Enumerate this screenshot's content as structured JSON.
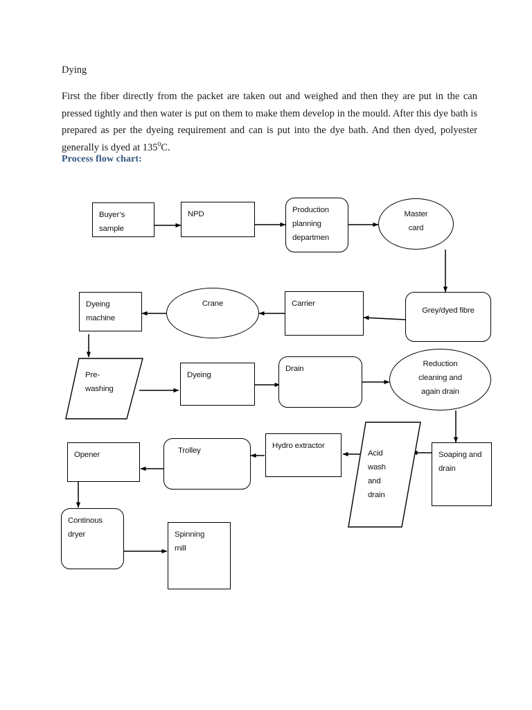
{
  "document": {
    "heading": "Dying",
    "paragraph_part1": "First the fiber directly from the packet are taken out and weighed and then they are put in the can pressed tightly and then water is put on them to make them develop in the mould. After this dye bath is prepared as per the dyeing requirement and can is put into the dye bath. And then dyed, polyester generally is dyed at 135",
    "paragraph_superscript": "0",
    "paragraph_part2": "C.",
    "section_title": "Process flow chart:",
    "section_title_color": "#31567f"
  },
  "flowchart": {
    "nodes": [
      {
        "id": "buyers-sample",
        "label": "Buyer’s\nsample",
        "shape": "rectangle"
      },
      {
        "id": "npd",
        "label": "NPD",
        "shape": "rectangle"
      },
      {
        "id": "production-planning",
        "label": "Production\nplanning\ndepartmen",
        "shape": "rounded-rectangle"
      },
      {
        "id": "master-card",
        "label": "Master\ncard",
        "shape": "ellipse"
      },
      {
        "id": "grey-dyed-fibre",
        "label": "Grey/dyed fibre",
        "shape": "rounded-rectangle"
      },
      {
        "id": "carrier",
        "label": "Carrier",
        "shape": "rectangle"
      },
      {
        "id": "crane",
        "label": "Crane",
        "shape": "ellipse"
      },
      {
        "id": "dyeing-machine",
        "label": "Dyeing\nmachine",
        "shape": "rectangle"
      },
      {
        "id": "pre-washing",
        "label": "Pre-\nwashing",
        "shape": "parallelogram"
      },
      {
        "id": "dyeing",
        "label": "Dyeing",
        "shape": "rectangle"
      },
      {
        "id": "drain",
        "label": "Drain",
        "shape": "rounded-rectangle"
      },
      {
        "id": "reduction-cleaning",
        "label": "Reduction\ncleaning and\nagain drain",
        "shape": "ellipse"
      },
      {
        "id": "soaping-and-drain",
        "label": "Soaping and\ndrain",
        "shape": "rectangle"
      },
      {
        "id": "acid-wash",
        "label": "Acid\nwash\nand\ndrain",
        "shape": "parallelogram"
      },
      {
        "id": "hydro-extractor",
        "label": "Hydro extractor",
        "shape": "rectangle"
      },
      {
        "id": "trolley",
        "label": "Trolley",
        "shape": "rounded-rectangle"
      },
      {
        "id": "opener",
        "label": "Opener",
        "shape": "rectangle"
      },
      {
        "id": "continous-dryer",
        "label": "Continous\ndryer",
        "shape": "rounded-rectangle"
      },
      {
        "id": "spinning-mill",
        "label": "Spinning\nmill",
        "shape": "rectangle"
      }
    ],
    "edges": [
      {
        "from": "buyers-sample",
        "to": "npd",
        "direction": "right"
      },
      {
        "from": "npd",
        "to": "production-planning",
        "direction": "right"
      },
      {
        "from": "production-planning",
        "to": "master-card",
        "direction": "right"
      },
      {
        "from": "master-card",
        "to": "grey-dyed-fibre",
        "direction": "down"
      },
      {
        "from": "grey-dyed-fibre",
        "to": "carrier",
        "direction": "left"
      },
      {
        "from": "carrier",
        "to": "crane",
        "direction": "left"
      },
      {
        "from": "crane",
        "to": "dyeing-machine",
        "direction": "left"
      },
      {
        "from": "dyeing-machine",
        "to": "pre-washing",
        "direction": "down"
      },
      {
        "from": "pre-washing",
        "to": "dyeing",
        "direction": "right"
      },
      {
        "from": "dyeing",
        "to": "drain",
        "direction": "right"
      },
      {
        "from": "drain",
        "to": "reduction-cleaning",
        "direction": "right"
      },
      {
        "from": "reduction-cleaning",
        "to": "soaping-and-drain",
        "direction": "down"
      },
      {
        "from": "soaping-and-drain",
        "to": "acid-wash",
        "direction": "left"
      },
      {
        "from": "acid-wash",
        "to": "hydro-extractor",
        "direction": "left"
      },
      {
        "from": "hydro-extractor",
        "to": "trolley",
        "direction": "left"
      },
      {
        "from": "trolley",
        "to": "opener",
        "direction": "left"
      },
      {
        "from": "opener",
        "to": "continous-dryer",
        "direction": "down"
      },
      {
        "from": "continous-dryer",
        "to": "spinning-mill",
        "direction": "right"
      }
    ]
  }
}
